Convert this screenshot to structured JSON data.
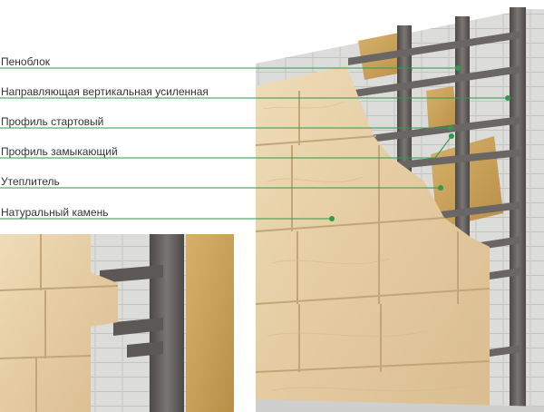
{
  "callouts": [
    {
      "label": "Пеноблок",
      "target": "foam-block"
    },
    {
      "label": "Направляющая вертикальная усиленная",
      "target": "vertical-guide"
    },
    {
      "label": "Профиль стартовый",
      "target": "start-profile"
    },
    {
      "label": "Профиль замыкающий",
      "target": "closing-profile"
    },
    {
      "label": "Утеплитель",
      "target": "insulation"
    },
    {
      "label": "Натуральный камень",
      "target": "natural-stone"
    }
  ],
  "colors": {
    "leader_line": "#2e9a4a",
    "leader_dot": "#2e9a4a",
    "stone": "#e6cfa8",
    "stone_grout": "#c7ab80",
    "steel_profile": "#5e5a58",
    "foam_block": "#d8d8d6",
    "insulation_osb": "#c9a45c"
  }
}
